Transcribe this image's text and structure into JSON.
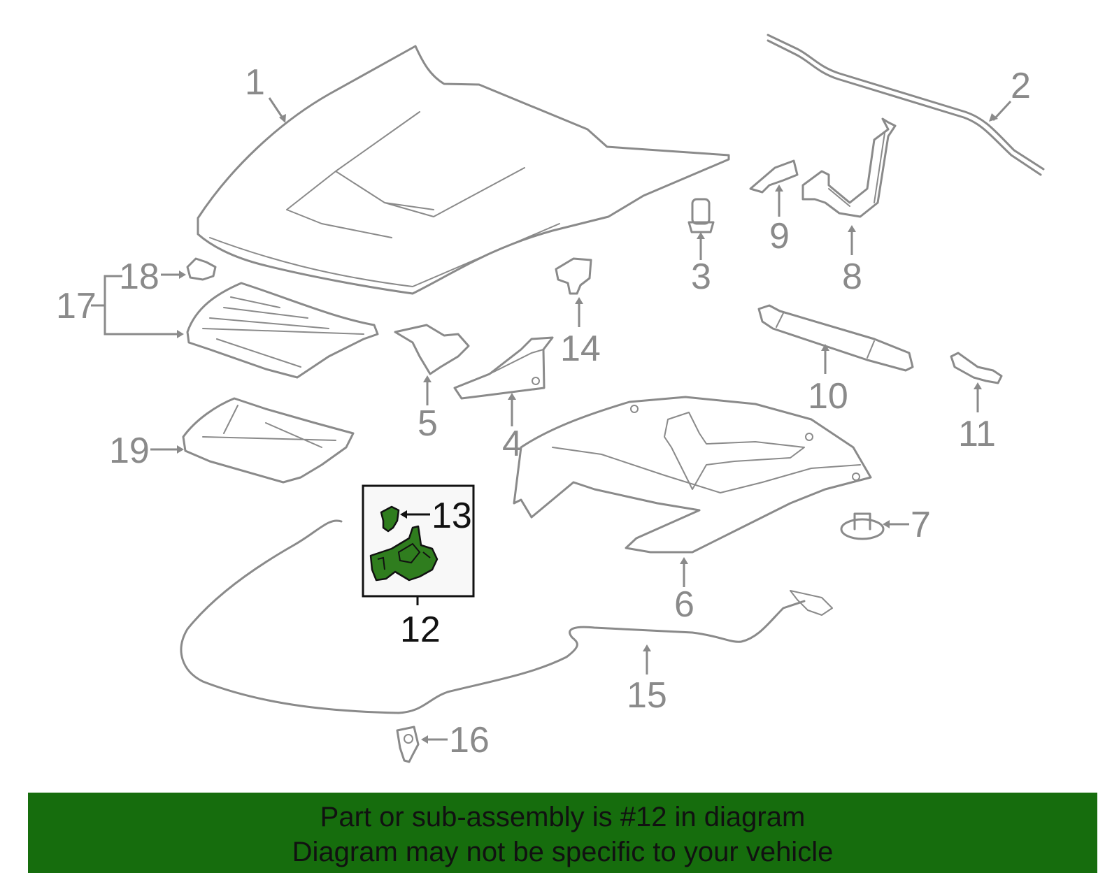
{
  "diagram": {
    "highlighted_part": "12",
    "labels": {
      "p1": "1",
      "p2": "2",
      "p3": "3",
      "p4": "4",
      "p5": "5",
      "p6": "6",
      "p7": "7",
      "p8": "8",
      "p9": "9",
      "p10": "10",
      "p11": "11",
      "p12": "12",
      "p13": "13",
      "p14": "14",
      "p15": "15",
      "p16": "16",
      "p17": "17",
      "p18": "18",
      "p19": "19"
    },
    "colors": {
      "line_art": "#8a8a8a",
      "highlight_fill": "#2f7d1e",
      "highlight_box_bg": "#f8f8f8",
      "banner_bg": "#166d0d"
    }
  },
  "banner": {
    "line1": "Part or sub-assembly is #12 in diagram",
    "line2": "Diagram may not be specific to your vehicle"
  }
}
